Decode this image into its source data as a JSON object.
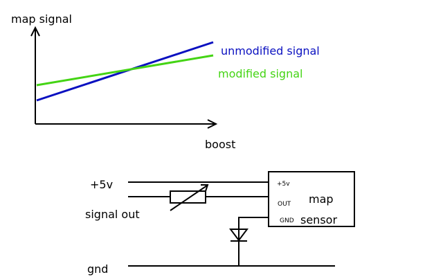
{
  "graph": {
    "y_axis_label": "map signal",
    "x_axis_label": "boost",
    "series": [
      {
        "name": "unmodified signal",
        "color": "#0a10c0"
      },
      {
        "name": "modified signal",
        "color": "#44d414"
      }
    ]
  },
  "circuit": {
    "labels": {
      "plus5v": "+5v",
      "signal_out": "signal out",
      "gnd": "gnd"
    },
    "sensor": {
      "pin_5v": "+5v",
      "pin_out": "OUT",
      "pin_gnd": "GND",
      "name_line1": "map",
      "name_line2": "sensor"
    },
    "components": [
      "adjustable-resistor",
      "diode"
    ]
  },
  "colors": {
    "line": "#000000",
    "unmodified": "#0a10c0",
    "modified": "#44d414",
    "background": "#ffffff"
  }
}
